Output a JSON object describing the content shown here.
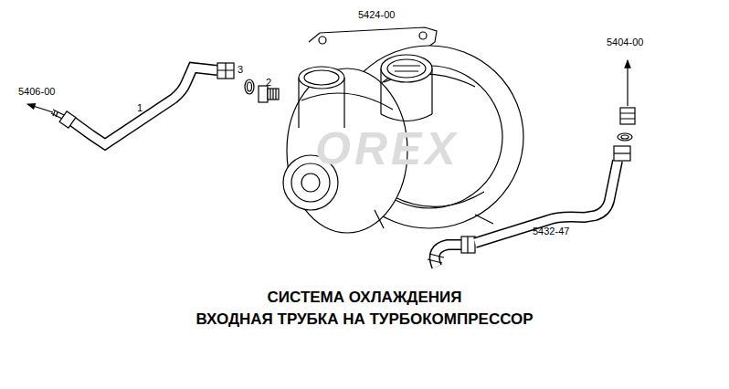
{
  "diagram": {
    "title": "СИСТЕМА ОХЛАЖДЕНИЯ ВХОДНАЯ ТРУБКА НА ТУРБОКОМПРЕССОР",
    "labels": [
      "5424-00",
      "5404-00",
      "1",
      "3",
      "2",
      "5406-00",
      "OREX",
      "5432-47"
    ]
  }
}
